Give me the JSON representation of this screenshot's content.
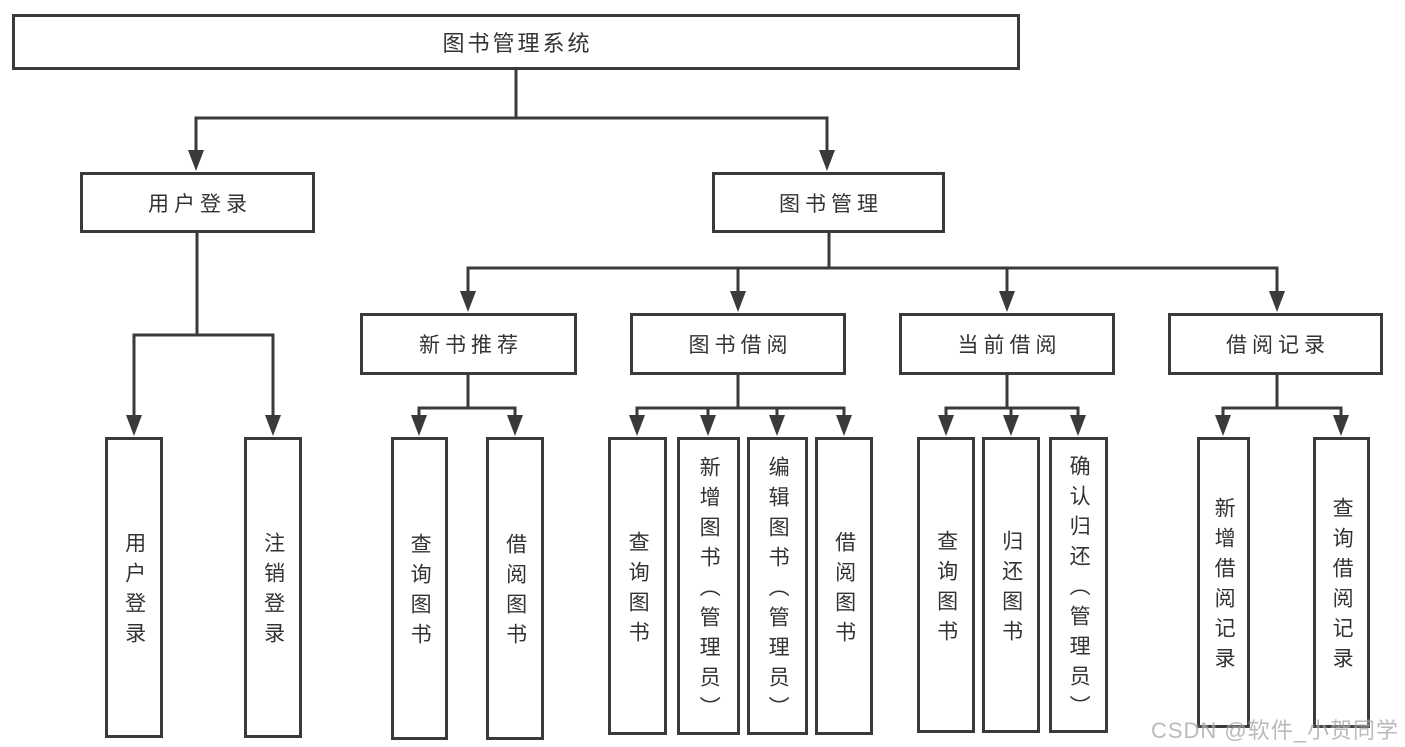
{
  "tree": {
    "root": "图书管理系统",
    "login": {
      "label": "用户登录",
      "children": [
        "用户登录",
        "注销登录"
      ]
    },
    "management": {
      "label": "图书管理",
      "groups": [
        {
          "label": "新书推荐",
          "children": [
            "查询图书",
            "借阅图书"
          ]
        },
        {
          "label": "图书借阅",
          "children": [
            "查询图书",
            "新增图书（管理员）",
            "编辑图书（管理员）",
            "借阅图书"
          ]
        },
        {
          "label": "当前借阅",
          "children": [
            "查询图书",
            "归还图书",
            "确认归还（管理员）"
          ]
        },
        {
          "label": "借阅记录",
          "children": [
            "新增借阅记录",
            "查询借阅记录"
          ]
        }
      ]
    }
  },
  "watermark": "CSDN @软件_小贺同学",
  "colors": {
    "line": "#3a3a3a",
    "text": "#333333",
    "background": "#ffffff",
    "watermark": "#b5b5b5"
  }
}
